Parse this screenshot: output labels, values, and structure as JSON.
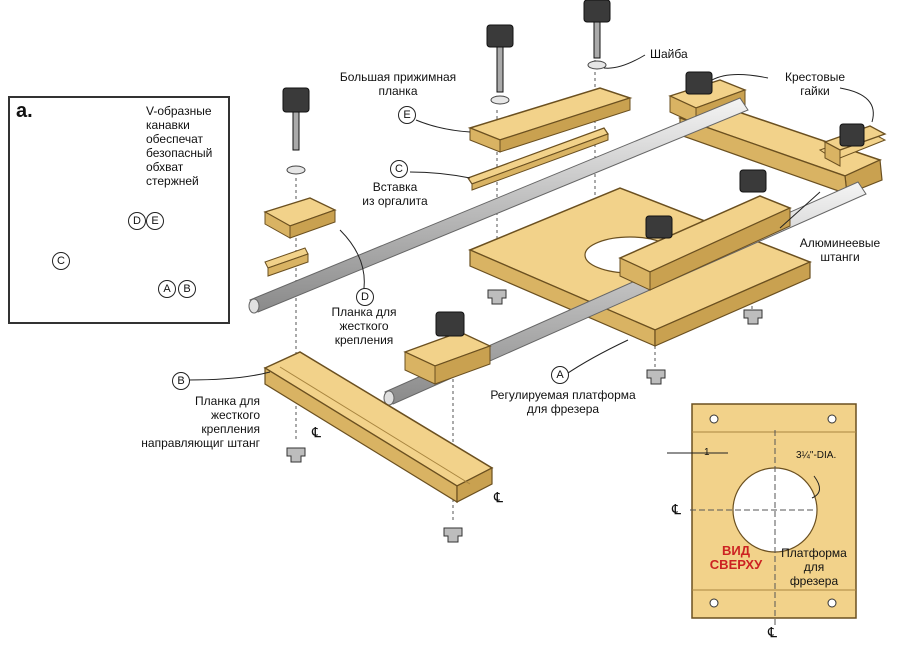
{
  "labels": {
    "washer": "Шайба",
    "large_clamp_bar": [
      "Большая прижимная",
      "планка"
    ],
    "cross_nuts": [
      "Крестовые",
      "гайки"
    ],
    "hardboard_insert": [
      "Вставка",
      "из оргалита"
    ],
    "aluminum_rods": [
      "Алюминеевые",
      "штанги"
    ],
    "fixed_bar_d": [
      "Планка для",
      "жесткого",
      "крепления"
    ],
    "fixed_bar_b": [
      "Планка для",
      "жесткого",
      "крепления",
      "направляющиг штанг"
    ],
    "adjustable_platform": [
      "Регулируемая платформа",
      "для фрезера"
    ],
    "vgroove": [
      "V-образные",
      "канавки",
      "обеспечат",
      "безопасный",
      "обхват",
      "стержней"
    ]
  },
  "callouts": {
    "A": "A",
    "B": "B",
    "C": "C",
    "D": "D",
    "E": "E"
  },
  "inset": {
    "title": "a."
  },
  "top_view": {
    "title": [
      "ВИД",
      "СВЕРХУ"
    ],
    "caption": [
      "Платформа",
      "для",
      "фрезера"
    ],
    "dia": "3¼\"-DIA.",
    "dim": "1",
    "centerline": "℄"
  },
  "colors": {
    "wood": "#f2d28a",
    "wood_dark": "#d9b363",
    "knob": "#3a3a3a",
    "rod": "#d8d8d8",
    "accent_red": "#cc2222"
  }
}
